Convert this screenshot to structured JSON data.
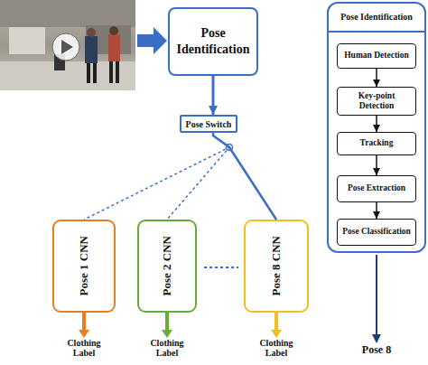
{
  "diagram": {
    "nodes": [
      {
        "text": [
          "Pose Identification"
        ]
      },
      {
        "text": [
          "Pose Switch"
        ]
      },
      {
        "text": [
          "Pose 1 CNN"
        ]
      },
      {
        "text": [
          "Pose 2 CNN"
        ]
      },
      {
        "text": [
          "Pose 8 CNN"
        ]
      },
      {
        "text": [
          "Pose Identification"
        ]
      },
      {
        "text": [
          "Human Detection"
        ],
        "in": 5
      },
      {
        "text": [
          "Key-point Detection"
        ],
        "in": 5
      },
      {
        "text": [
          "Tracking"
        ],
        "in": 5
      },
      {
        "text": [
          "Pose Extraction"
        ],
        "in": 5
      },
      {
        "text": [
          "Pose Classification"
        ],
        "in": 5
      }
    ],
    "edges": [
      {
        "from": 0,
        "to": 1,
        "arrow": "to"
      },
      {
        "from": 1,
        "to": 2,
        "arrow": "none"
      },
      {
        "from": 1,
        "to": 3,
        "arrow": "none"
      },
      {
        "from": 1,
        "to": 4,
        "arrow": "none"
      },
      {
        "from": 6,
        "to": 7,
        "arrow": "to"
      },
      {
        "from": 7,
        "to": 8,
        "arrow": "to"
      },
      {
        "from": 8,
        "to": 9,
        "arrow": "to"
      },
      {
        "from": 9,
        "to": 10,
        "arrow": "to"
      }
    ],
    "labels": [
      "Clothing Label",
      "Clothing Label",
      "Clothing Label",
      "Pose 8"
    ]
  }
}
